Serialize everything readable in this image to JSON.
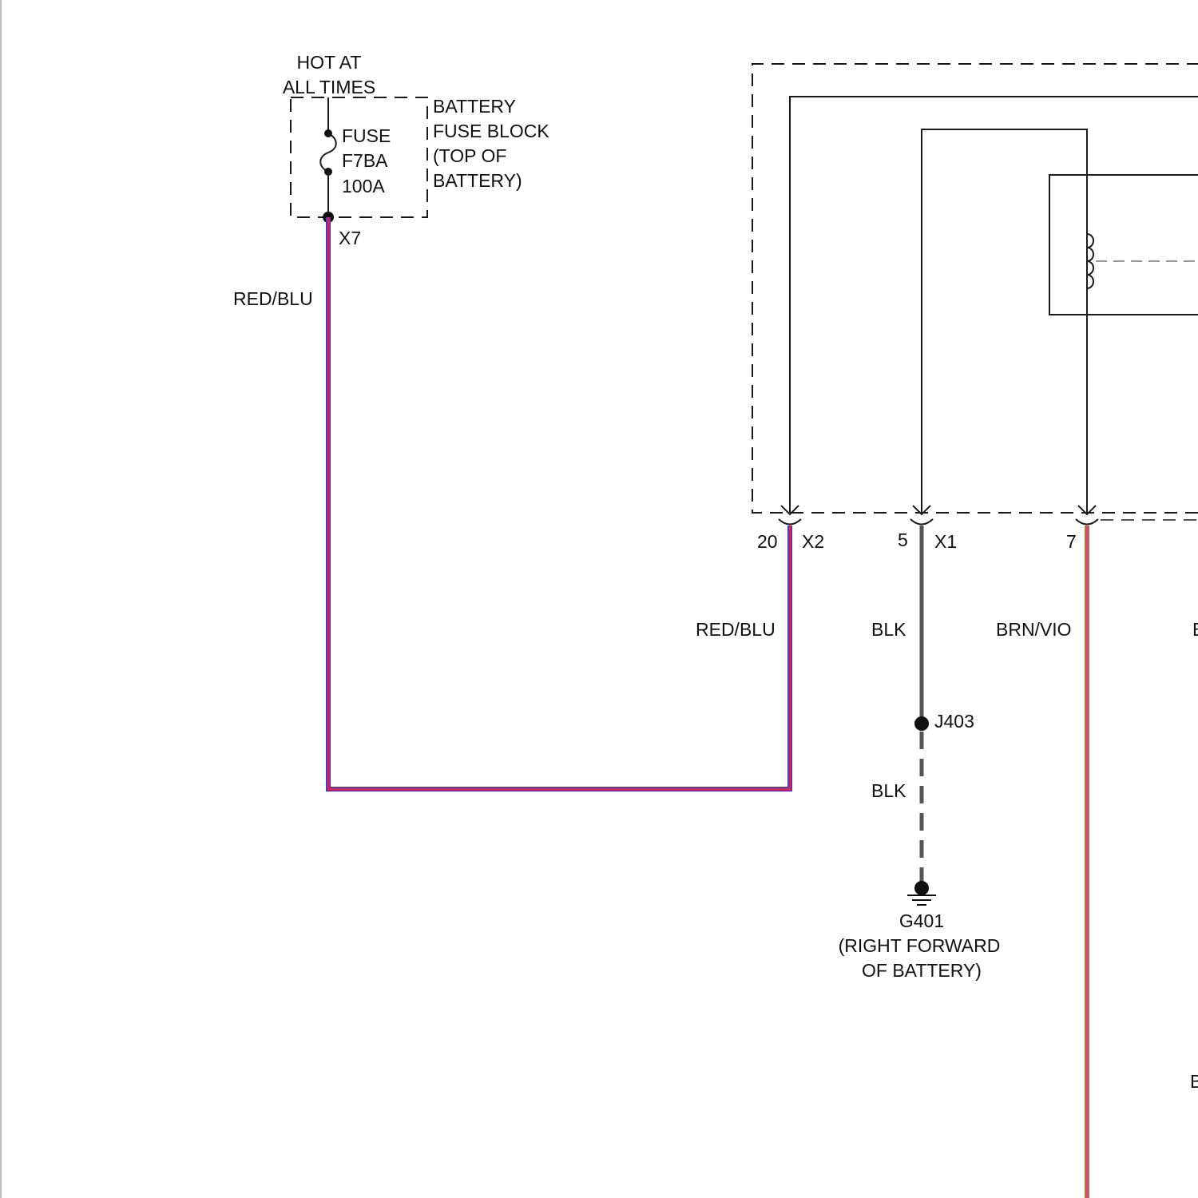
{
  "supply": {
    "line1": "HOT AT",
    "line2": "ALL TIMES"
  },
  "fuse_block": {
    "name_line1": "BATTERY",
    "name_line2": "FUSE BLOCK",
    "name_line3": "(TOP OF",
    "name_line4": "BATTERY)",
    "fuse_line1": "FUSE",
    "fuse_line2": "F7BA",
    "fuse_line3": "100A",
    "connector": "X7"
  },
  "wires": {
    "red_blu_left": "RED/BLU",
    "red_blu_right": "RED/BLU",
    "blk_upper": "BLK",
    "blk_lower": "BLK",
    "brn_vio": "BRN/VIO"
  },
  "module_pins": {
    "pin20": "20",
    "conn_x2": "X2",
    "pin5": "5",
    "conn_x1": "X1",
    "pin7": "7"
  },
  "splice": {
    "name": "J403"
  },
  "ground": {
    "name": "G401",
    "loc_line1": "(RIGHT FORWARD",
    "loc_line2": "OF BATTERY)"
  },
  "edge_fragments": {
    "upper": "B",
    "lower": "B"
  },
  "colors": {
    "red_blu_outer": "#3a3ad0",
    "red_blu_inner": "#e0204a",
    "blk": "#555555",
    "brn_vio_outer": "#b07a2a",
    "brn_vio_inner": "#e0409a",
    "line": "#1a1a1a"
  }
}
